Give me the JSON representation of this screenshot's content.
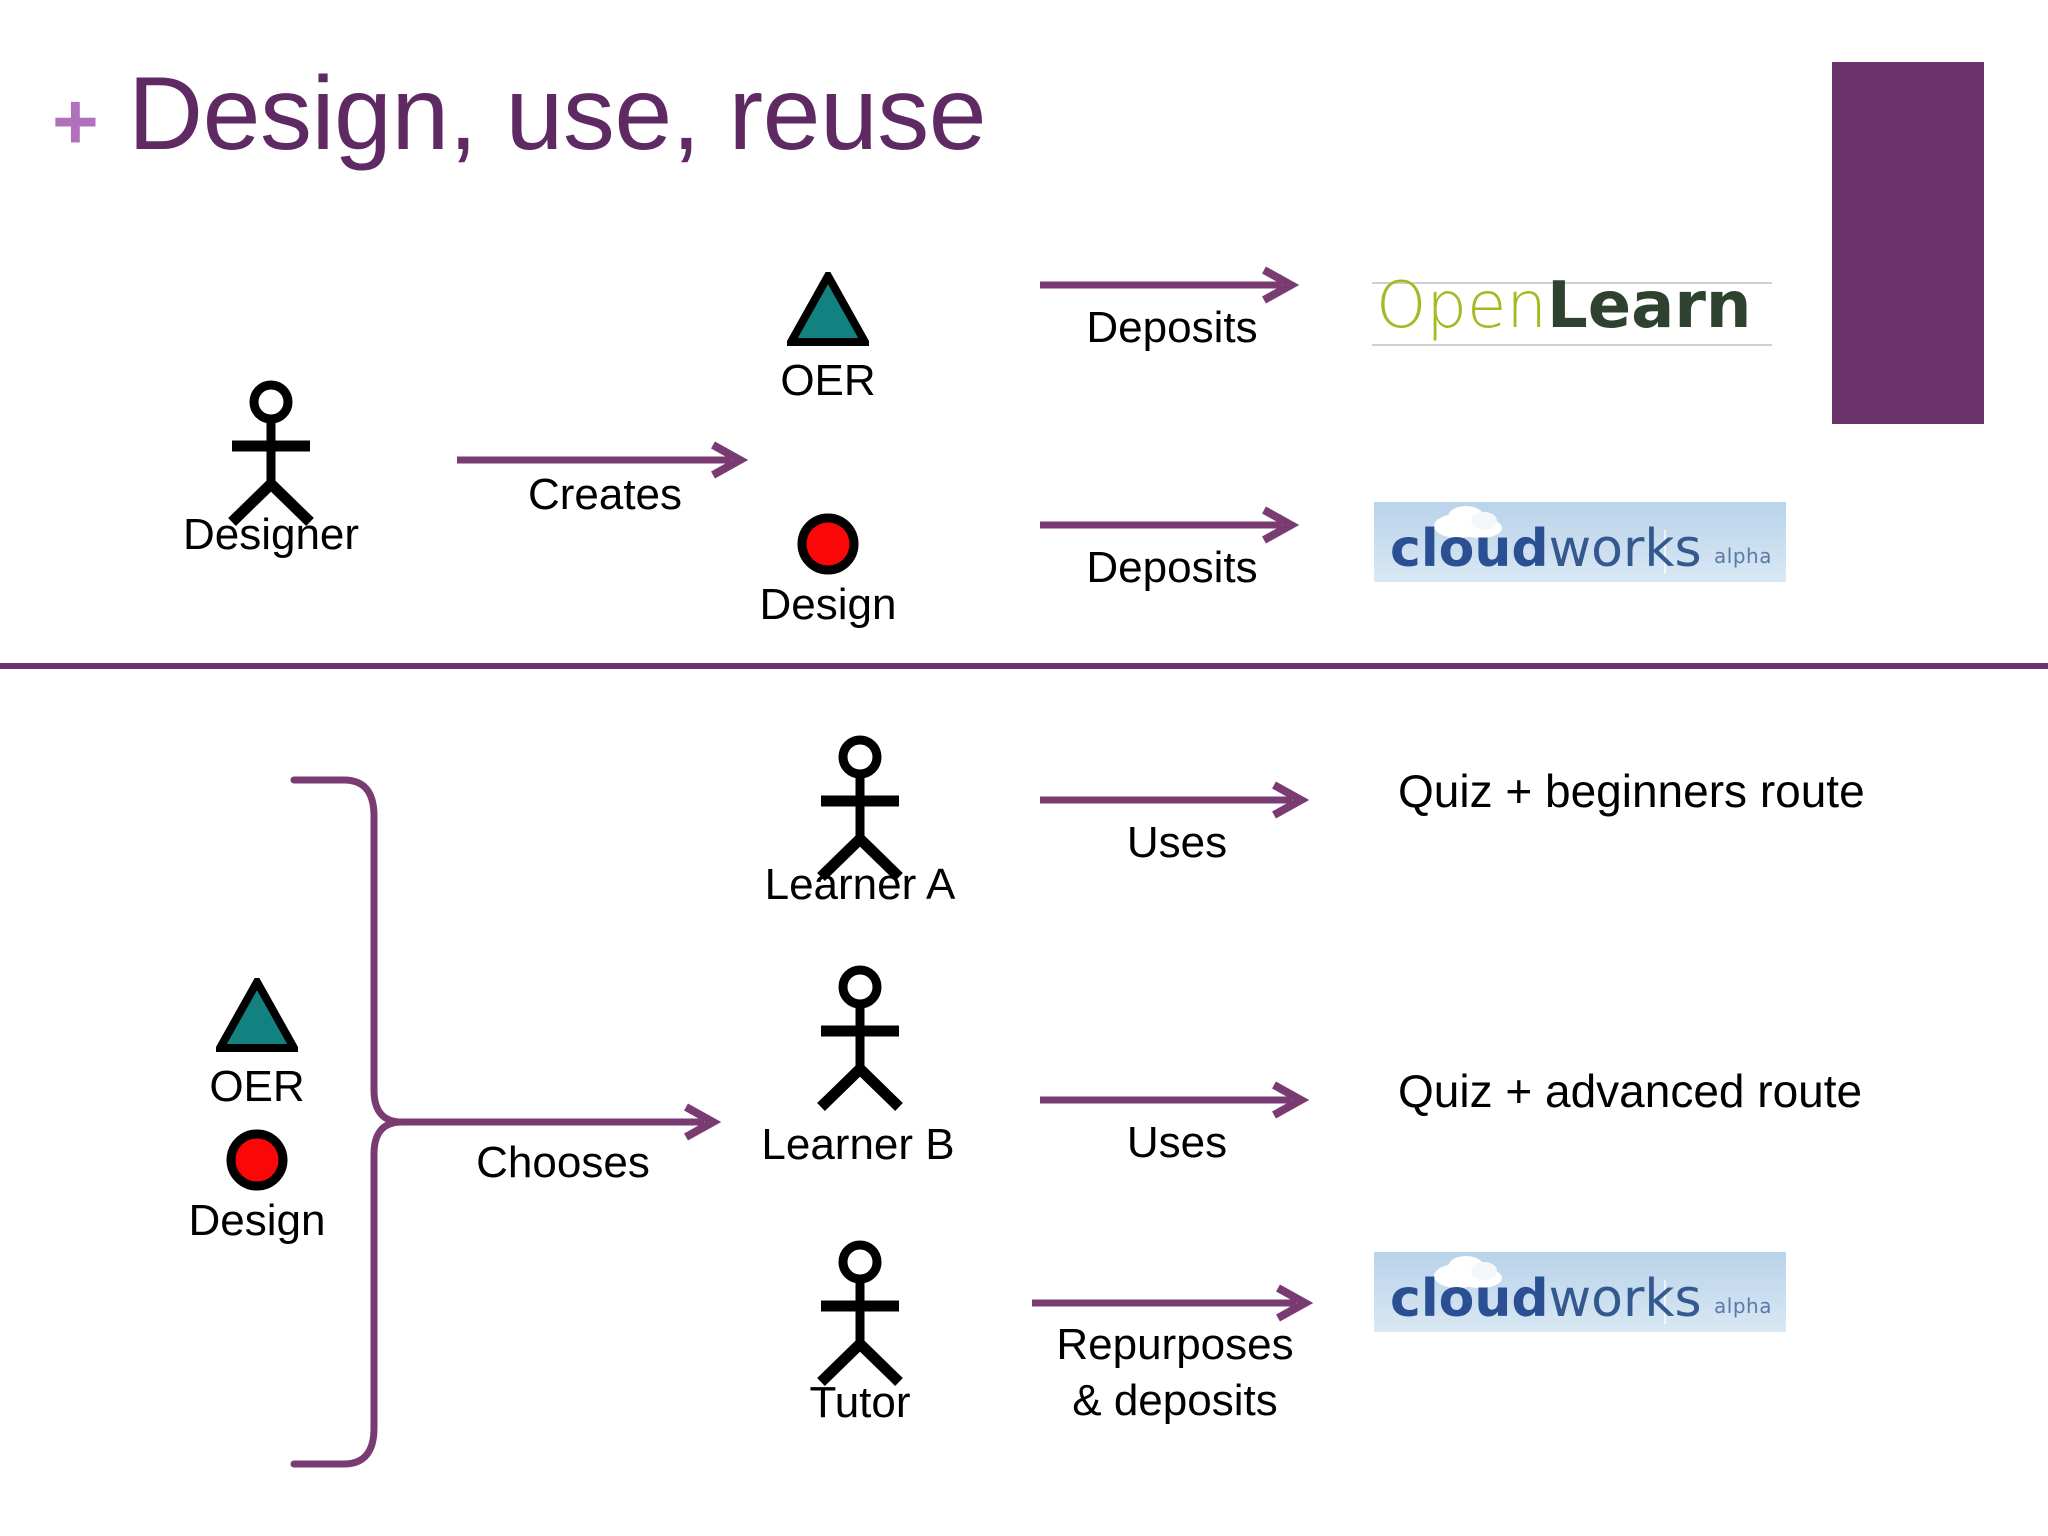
{
  "slide": {
    "title_prefix": "+",
    "title": "Design, use, reuse",
    "accent_purple": "#6b3269",
    "accent_light_purple": "#b070bb",
    "arrow_color": "#7a3b73",
    "teal": "#11827f",
    "red": "#fb0707"
  },
  "top_section": {
    "actor": {
      "label": "Designer",
      "icon": "actor-icon"
    },
    "creates_arrow": {
      "label": "Creates",
      "icon": "arrow-right-icon"
    },
    "artifacts": [
      {
        "label": "OER",
        "icon": "triangle-icon",
        "color": "#11827f"
      },
      {
        "label": "Design",
        "icon": "circle-icon",
        "color": "#fb0707"
      }
    ],
    "deposit_arrows": [
      {
        "label": "Deposits",
        "icon": "arrow-right-icon"
      },
      {
        "label": "Deposits",
        "icon": "arrow-right-icon"
      }
    ],
    "repositories": [
      {
        "name": "openlearn-logo",
        "part1": "Open",
        "part2": "Learn"
      },
      {
        "name": "cloudworks-logo",
        "part1": "cloud",
        "part2": "works",
        "badge": "alpha"
      }
    ]
  },
  "bottom_section": {
    "source": {
      "artifacts": [
        {
          "label": "OER",
          "icon": "triangle-icon",
          "color": "#11827f"
        },
        {
          "label": "Design",
          "icon": "circle-icon",
          "color": "#fb0707"
        }
      ]
    },
    "brace": {
      "icon": "curly-brace-icon"
    },
    "chooses_arrow": {
      "label": "Chooses",
      "icon": "arrow-right-icon"
    },
    "rows": [
      {
        "actor": "Learner A",
        "arrow_label": "Uses",
        "outcome": "Quiz + beginners route",
        "outcome_type": "text"
      },
      {
        "actor": "Learner B",
        "arrow_label": "Uses",
        "outcome": "Quiz + advanced route",
        "outcome_type": "text"
      },
      {
        "actor": "Tutor",
        "arrow_label_line1": "Repurposes",
        "arrow_label_line2": "& deposits",
        "outcome_type": "logo",
        "outcome_logo": {
          "part1": "cloud",
          "part2": "works",
          "badge": "alpha"
        }
      }
    ]
  }
}
